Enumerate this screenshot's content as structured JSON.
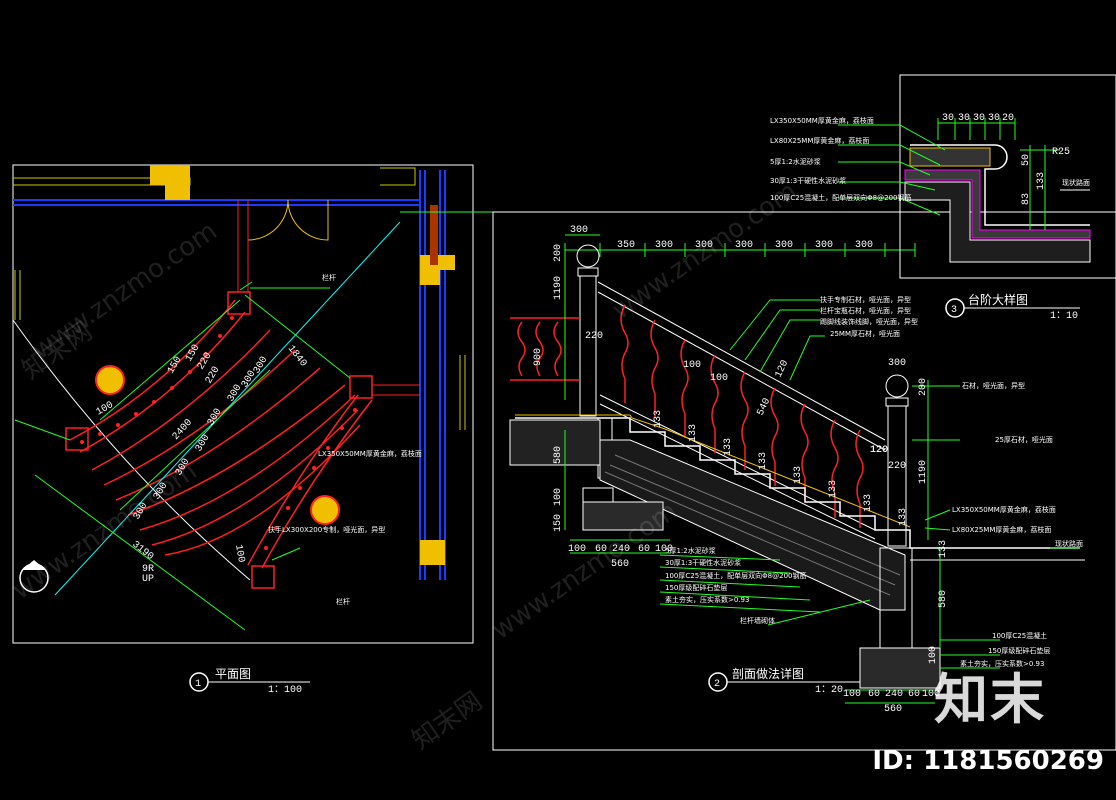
{
  "plan": {
    "title": "平面图",
    "number": "1",
    "scale": "1：100",
    "stair_label": "9R",
    "up_label": "UP",
    "notes": [
      "栏杆",
      "LX350X50MM厚黄金麻，荔枝面",
      "扶手LX300X200专制，哑光面，异型",
      "栏杆"
    ],
    "dims": [
      "1840",
      "2400",
      "3190",
      "300",
      "300",
      "300",
      "300",
      "300",
      "300",
      "300",
      "300",
      "100",
      "100",
      "150",
      "150",
      "220",
      "220"
    ]
  },
  "section": {
    "title": "剖面做法详图",
    "number": "2",
    "scale": "1：20",
    "top_dims": [
      "300",
      "350",
      "300",
      "300",
      "300",
      "300",
      "300",
      "300"
    ],
    "rail_notes": [
      "扶手专制石材，哑光面，异型",
      "栏杆宝瓶石材，哑光面，异型",
      "踢脚线装饰线脚，哑光面，异型",
      "25MM厚石材，哑光面"
    ],
    "right_notes": [
      "石材，哑光面，异型",
      "25厚石材，哑光面",
      "LX350X50MM厚黄金麻，荔枝面",
      "LX80X25MM厚黄金麻，荔枝面",
      "现状路面"
    ],
    "layer_notes": [
      "5厚1:2水泥砂浆",
      "30厚1:3干硬性水泥砂浆",
      "100厚C25混凝土，配单层双向Φ8@200钢筋",
      "150厚级配碎石垫层",
      "素土夯实，压实系数>0.93",
      "栏杆墙砌体"
    ],
    "footing_notes": [
      "100厚C25混凝土",
      "150厚级配碎石垫层",
      "素土夯实，压实系数>0.93"
    ],
    "dims": [
      "200",
      "1190",
      "220",
      "900",
      "100",
      "100",
      "120",
      "120",
      "540",
      "580",
      "100",
      "150",
      "100",
      "60",
      "240",
      "60",
      "100",
      "560",
      "133",
      "133",
      "133",
      "133",
      "133",
      "133",
      "133",
      "133",
      "300",
      "200",
      "120",
      "220",
      "1190",
      "133",
      "580",
      "100",
      "100",
      "60",
      "240",
      "60",
      "100",
      "560"
    ]
  },
  "detail": {
    "title": "台阶大样图",
    "number": "3",
    "scale": "1：10",
    "top_dims": [
      "30",
      "30",
      "30",
      "30",
      "20"
    ],
    "r_dim": "R25",
    "side_dims": [
      "50",
      "83",
      "133"
    ],
    "notes": [
      "LX350X50MM厚黄金麻，荔枝面",
      "LX80X25MM厚黄金麻，荔枝面",
      "5厚1:2水泥砂浆",
      "30厚1:3干硬性水泥砂浆",
      "100厚C25混凝土，配单层双向Φ8@200钢筋"
    ],
    "right_note": "现状路面"
  },
  "watermark": {
    "logo": "知末",
    "id_text": "ID: 1181560269",
    "url": "www.znzmo.com",
    "brand": "知末网"
  },
  "colors": {
    "background": "#000000",
    "cad_red": "#ff2020",
    "cad_green": "#22ff22",
    "cad_white": "#ffffff",
    "cad_yellow": "#f0c000",
    "cad_cyan": "#00ffff",
    "cad_blue": "#1a3cff",
    "cad_magenta": "#ff00ff"
  }
}
